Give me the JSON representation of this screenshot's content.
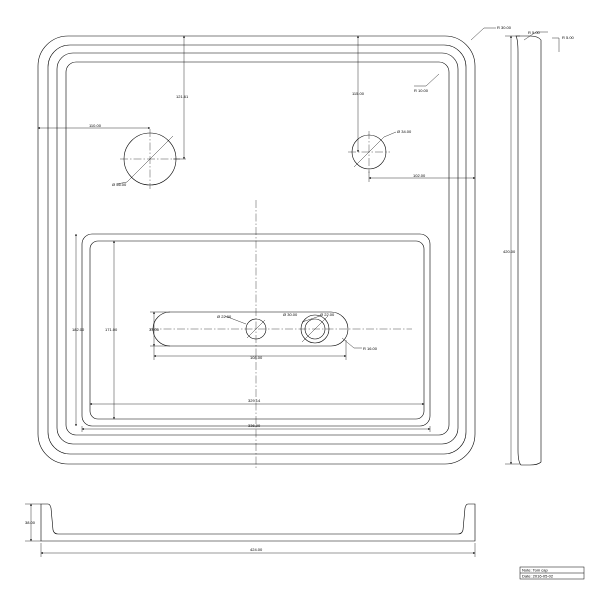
{
  "drawing": {
    "dimensions": {
      "r_outer_corner": "R 30.00",
      "r_inner_corner": "R 10.00",
      "r_side_top": "R 5.00",
      "r_side_bottom": "R 5.00",
      "hole1_from_top": "121.61",
      "hole1_from_left": "110.00",
      "hole1_dia": "Ø 56.00",
      "hole2_from_top": "115.00",
      "hole2_from_right": "102.00",
      "hole2_dia": "Ø 34.00",
      "overall_height": "420.00",
      "basin_height": "182.00",
      "basin_inner_height": "171.00",
      "slot_height": "33.00",
      "slot_hole_left_dia": "Ø 22.00",
      "slot_hole_right_outer_dia": "Ø 30.00",
      "slot_hole_right_inner_dia": "Ø 22.00",
      "slot_end_radius": "R 16.00",
      "slot_length": "108.00",
      "basin_inner_width": "329.14",
      "basin_outer_width": "336.00",
      "front_height": "38.00",
      "front_width": "424.00"
    },
    "title_block": {
      "name_label": "Note: Tom cap",
      "date_label": "Date: 2016-05-02"
    }
  }
}
